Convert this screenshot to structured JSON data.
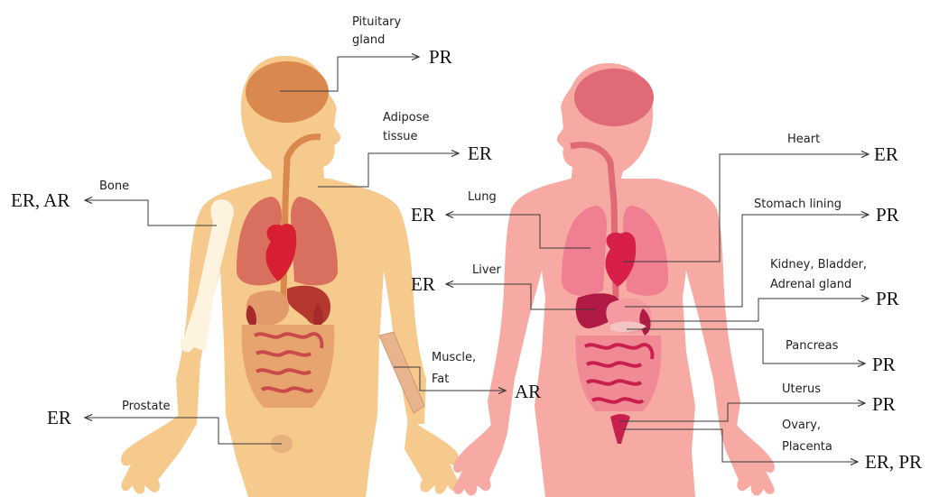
{
  "male_figure": {
    "labels": {
      "pituitary": [
        "Pituitary",
        "gland"
      ],
      "adipose": [
        "Adipose",
        "tissue"
      ],
      "bone": "Bone",
      "muscle": [
        "Muscle,",
        "Fat"
      ],
      "prostate": "Prostate"
    },
    "receptors": {
      "pituitary": "PR",
      "adipose": "ER",
      "bone": "ER, AR",
      "muscle": "AR",
      "prostate": "ER"
    }
  },
  "female_figure": {
    "labels": {
      "heart": "Heart",
      "lung": "Lung",
      "stomach": "Stomach lining",
      "liver": "Liver",
      "kidney": [
        "Kidney, Bladder,",
        "Adrenal gland"
      ],
      "pancreas": "Pancreas",
      "uterus": "Uterus",
      "ovary": [
        "Ovary,",
        "Placenta"
      ]
    },
    "receptors": {
      "heart": "ER",
      "lung": "ER",
      "stomach": "PR",
      "liver": "ER",
      "kidney": "PR",
      "pancreas": "PR",
      "uterus": "PR",
      "ovary": "ER, PR"
    }
  },
  "colors": {
    "male_skin": "#f6c98c",
    "female_skin": "#f7a9a3",
    "brain_male": "#d9884e",
    "brain_female": "#e06a78",
    "heart": "#d81f32",
    "lung_male": "#d9705f",
    "lung_female": "#ef7f91",
    "liver_male": "#b5382f",
    "liver_female": "#b01a45",
    "intestine": "#d85b5b"
  }
}
